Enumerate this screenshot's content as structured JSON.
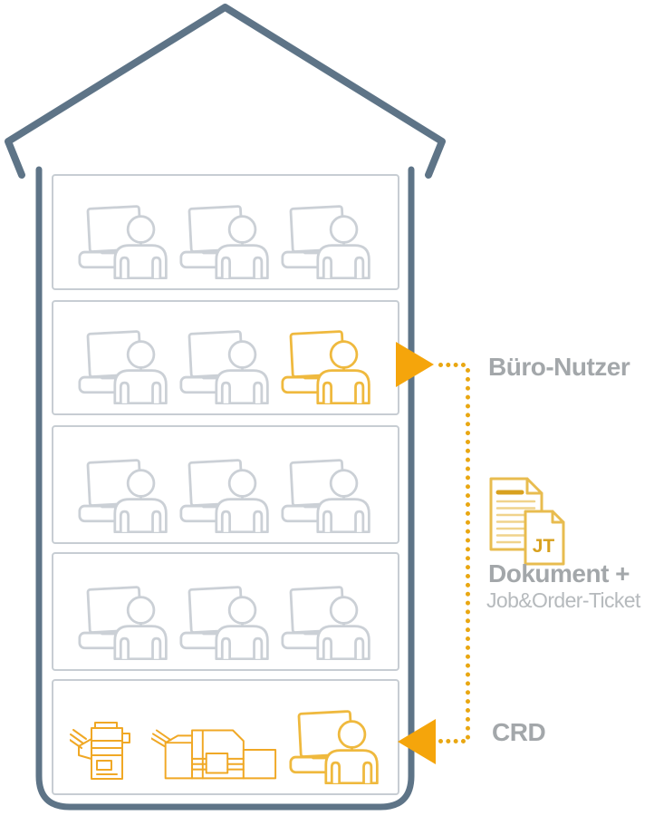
{
  "diagram": {
    "type": "infographic",
    "subject": "office building document flow from office users to central reprographics department"
  },
  "palette": {
    "building_outline": "#5E7487",
    "floor_border": "#C7CDD3",
    "idle_icon_gray": "#CBD0D6",
    "highlight_gold": "#EFB93E",
    "printer_orange": "#F0A825",
    "arrow_orange": "#F5A50B",
    "dotted_line": "#E9A712",
    "label_gray": "#A3A7AA",
    "sublabel_gray": "#B6BABD",
    "doc_outline": "#E8BC4F",
    "doc_accent": "#D8A11F"
  },
  "building": {
    "floors": [
      {
        "id": "floor-top",
        "occupants": [
          "workstation-user",
          "workstation-user",
          "workstation-user"
        ],
        "highlighted": false
      },
      {
        "id": "floor-buero",
        "occupants": [
          "workstation-user",
          "workstation-user",
          "workstation-user-highlighted"
        ],
        "highlighted": true
      },
      {
        "id": "floor-mid-1",
        "occupants": [
          "workstation-user",
          "workstation-user",
          "workstation-user"
        ],
        "highlighted": false
      },
      {
        "id": "floor-mid-2",
        "occupants": [
          "workstation-user",
          "workstation-user",
          "workstation-user"
        ],
        "highlighted": false
      },
      {
        "id": "floor-ground",
        "occupants": [
          "office-printer",
          "production-printer",
          "workstation-user-highlighted"
        ],
        "highlighted": true
      }
    ]
  },
  "annotations": {
    "buero_nutzer": {
      "label": "Büro-Nutzer",
      "arrow_direction": "out-of-building-right"
    },
    "dokument": {
      "label": "Dokument +",
      "sublabel": "Job&Order-Ticket",
      "badge": "JT"
    },
    "crd": {
      "label": "CRD",
      "arrow_direction": "into-building-left"
    }
  }
}
